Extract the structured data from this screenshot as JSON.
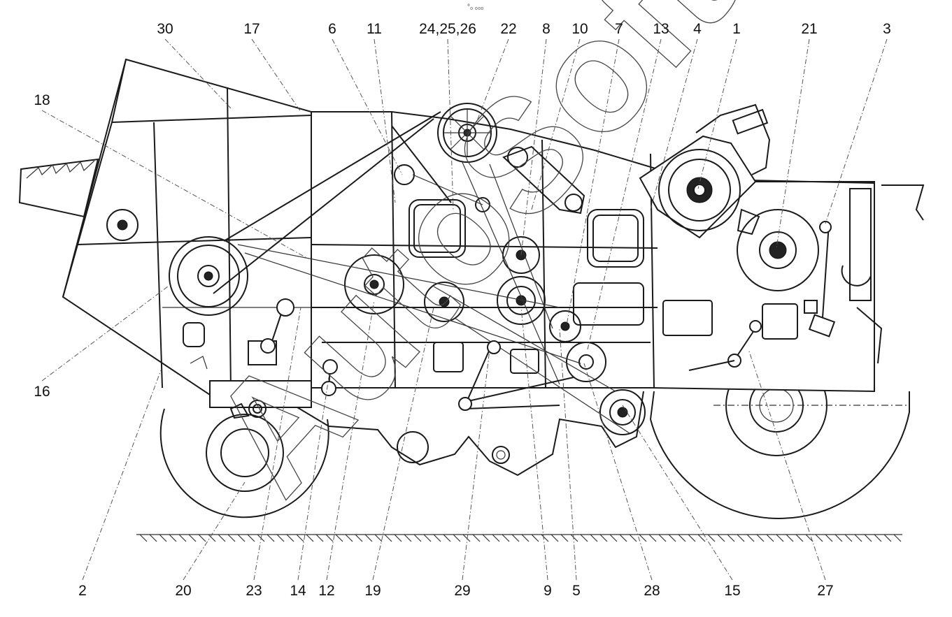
{
  "top_mark": "°₀ ₀₀₀",
  "watermark": "AutoSoft",
  "labels_top": [
    {
      "id": "30",
      "text": "30"
    },
    {
      "id": "17",
      "text": "17"
    },
    {
      "id": "6",
      "text": "6"
    },
    {
      "id": "11",
      "text": "11"
    },
    {
      "id": "24-25-26",
      "text": "24,25,26"
    },
    {
      "id": "22",
      "text": "22"
    },
    {
      "id": "8",
      "text": "8"
    },
    {
      "id": "10",
      "text": "10"
    },
    {
      "id": "7",
      "text": "7"
    },
    {
      "id": "13",
      "text": "13"
    },
    {
      "id": "4",
      "text": "4"
    },
    {
      "id": "1",
      "text": "1"
    },
    {
      "id": "21",
      "text": "21"
    },
    {
      "id": "3",
      "text": "3"
    }
  ],
  "labels_left": [
    {
      "id": "18",
      "text": "18"
    },
    {
      "id": "16",
      "text": "16"
    }
  ],
  "labels_bottom": [
    {
      "id": "2",
      "text": "2"
    },
    {
      "id": "20",
      "text": "20"
    },
    {
      "id": "23",
      "text": "23"
    },
    {
      "id": "14",
      "text": "14"
    },
    {
      "id": "12",
      "text": "12"
    },
    {
      "id": "19",
      "text": "19"
    },
    {
      "id": "29",
      "text": "29"
    },
    {
      "id": "9",
      "text": "9"
    },
    {
      "id": "5",
      "text": "5"
    },
    {
      "id": "28",
      "text": "28"
    },
    {
      "id": "15",
      "text": "15"
    },
    {
      "id": "27",
      "text": "27"
    }
  ]
}
